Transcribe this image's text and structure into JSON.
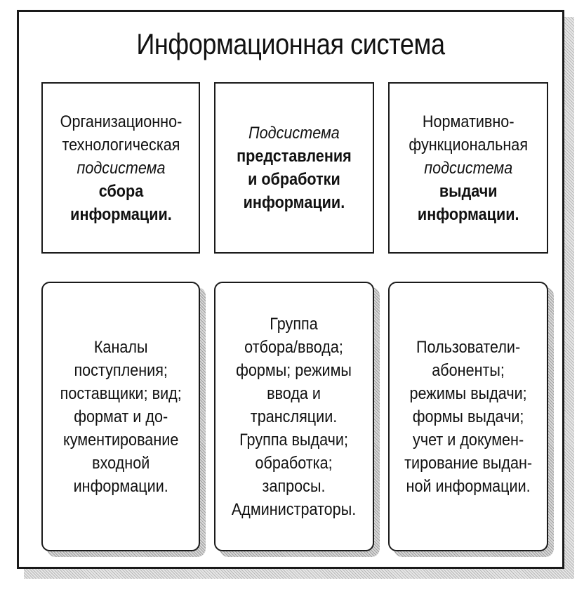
{
  "title": "Информационная система",
  "subsystems": [
    {
      "lines": [
        {
          "text": "Организационно-",
          "style": "normal"
        },
        {
          "text": "технологическая",
          "style": "normal"
        },
        {
          "text": "подсистема",
          "style": "italic"
        },
        {
          "text": "сбора",
          "style": "bold"
        },
        {
          "text": "информации.",
          "style": "bold"
        }
      ]
    },
    {
      "lines": [
        {
          "text": "Подсистема",
          "style": "italic"
        },
        {
          "text": "представления",
          "style": "bold"
        },
        {
          "text": "и обработки",
          "style": "bold"
        },
        {
          "text": "информации.",
          "style": "bold"
        }
      ]
    },
    {
      "lines": [
        {
          "text": "Нормативно-",
          "style": "normal"
        },
        {
          "text": "функциональная",
          "style": "normal"
        },
        {
          "text": "подсистема",
          "style": "italic"
        },
        {
          "text": "выдачи",
          "style": "bold"
        },
        {
          "text": "информации.",
          "style": "bold"
        }
      ]
    }
  ],
  "components": [
    {
      "lines": [
        "Каналы",
        "поступления;",
        "поставщики; вид;",
        "формат и до-",
        "кументирование",
        "входной",
        "информации."
      ]
    },
    {
      "lines": [
        "Группа",
        "отбора/ввода;",
        "формы; режимы",
        "ввода и",
        "трансляции.",
        "Группа выдачи;",
        "обработка;",
        "запросы.",
        "Администраторы."
      ]
    },
    {
      "lines": [
        "Пользователи-",
        "абоненты;",
        "режимы выдачи;",
        "формы выдачи;",
        "учет и докумен-",
        "тирование выдан-",
        "ной информации."
      ]
    }
  ]
}
